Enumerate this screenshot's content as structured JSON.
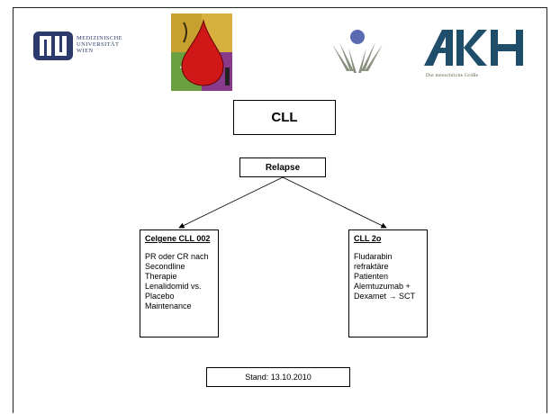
{
  "logos": {
    "muw": {
      "text_lines": [
        "MEDIZINISCHE",
        "UNIVERSITÄT",
        "WIEN"
      ],
      "color": "#2b3a6b"
    },
    "akh": {
      "tagline": "Die menschliche Größe",
      "color": "#1f4e6b"
    },
    "drop": {
      "colors": [
        "#c8a030",
        "#6aa040",
        "#8a3a8a",
        "#d01818"
      ]
    },
    "vie": {
      "color": "#5a6ab0"
    }
  },
  "diagram": {
    "title": "CLL",
    "relapse": "Relapse",
    "left_arm": {
      "title": "Celgene CLL 002",
      "lines": [
        "PR oder CR nach",
        "Secondline",
        "Therapie",
        "Lenalidomid vs.",
        "Placebo",
        "Maintenance"
      ]
    },
    "right_arm": {
      "title": "CLL 2o",
      "lines": [
        "Fludarabin",
        "refraktäre",
        "Patienten",
        "Alemtuzumab +",
        "Dexamet → SCT"
      ]
    },
    "stand": "Stand: 13.10.2010"
  }
}
